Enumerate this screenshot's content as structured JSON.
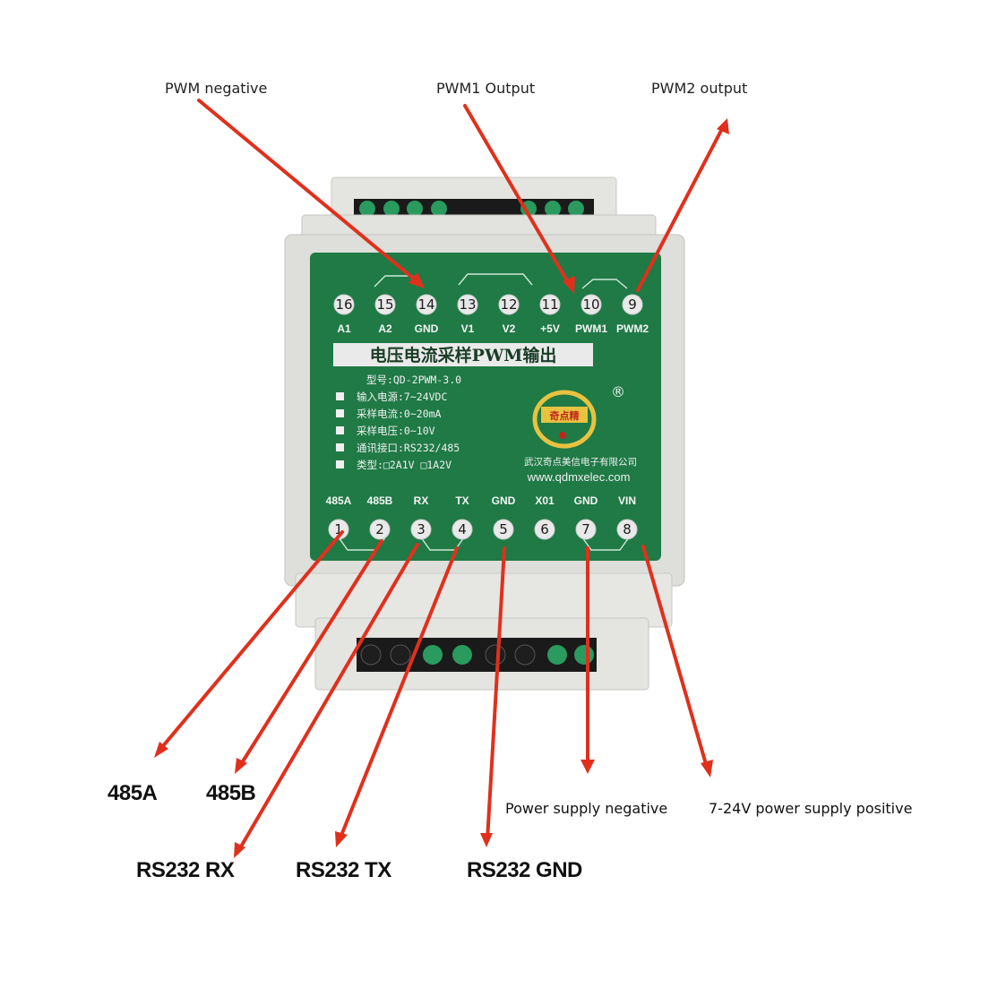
{
  "callouts": {
    "pwm_negative": "PWM negative",
    "pwm1_output": "PWM1 Output",
    "pwm2_output": "PWM2 output",
    "a485": "485A",
    "b485": "485B",
    "rs232_rx": "RS232 RX",
    "rs232_tx": "RS232 TX",
    "rs232_gnd": "RS232 GND",
    "power_negative": "Power supply negative",
    "power_positive": "7-24V power supply positive"
  },
  "device": {
    "top_terminals": [
      {
        "num": "16",
        "label": "A1"
      },
      {
        "num": "15",
        "label": "A2"
      },
      {
        "num": "14",
        "label": "GND"
      },
      {
        "num": "13",
        "label": "V1"
      },
      {
        "num": "12",
        "label": "V2"
      },
      {
        "num": "11",
        "label": "+5V"
      },
      {
        "num": "10",
        "label": "PWM1"
      },
      {
        "num": "9",
        "label": "PWM2"
      }
    ],
    "bottom_terminals": [
      {
        "num": "1",
        "label": "485A"
      },
      {
        "num": "2",
        "label": "485B"
      },
      {
        "num": "3",
        "label": "RX"
      },
      {
        "num": "4",
        "label": "TX"
      },
      {
        "num": "5",
        "label": "GND"
      },
      {
        "num": "6",
        "label": "X01"
      },
      {
        "num": "7",
        "label": "GND"
      },
      {
        "num": "8",
        "label": "VIN"
      }
    ],
    "title": "电压电流采样PWM输出",
    "model": "型号:QD-2PWM-3.0",
    "specs": [
      "输入电源:7~24VDC",
      "采样电流:0~20mA",
      "采样电压:0~10V",
      "通讯接口:RS232/485",
      "类型:□2A1V  □1A2V"
    ],
    "logo_text": "奇点精",
    "company": "武汉奇点美信电子有限公司",
    "website": "www.qdmxelec.com",
    "registered": "®"
  },
  "colors": {
    "arrow": "#e0301c",
    "panel": "#1f7a46",
    "panel_dark": "#146236",
    "housing": "#dcdcd8",
    "terminal_green": "#1f8a52"
  }
}
